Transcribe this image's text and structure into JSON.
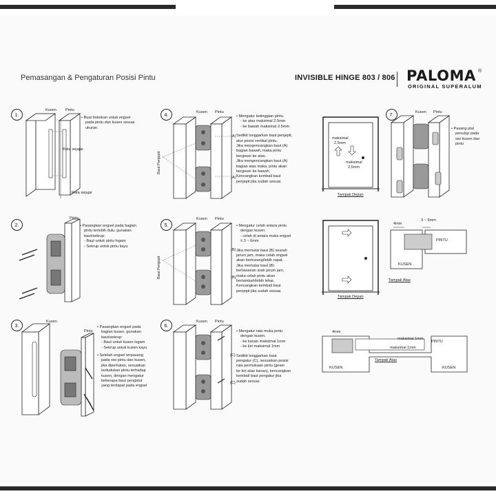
{
  "header": {
    "title": "Pemasangan & Pengaturan Posisi Pintu",
    "product": "INVISIBLE HINGE 803 / 806",
    "brand": "PALOMA",
    "brand_mark": "®",
    "brand_sub": "ORIGINAL SUPERALUM"
  },
  "labels": {
    "kusen": "Kusen",
    "pintu": "Pintu",
    "pintu_caps": "PINTU",
    "kusen_caps": "KUSEN",
    "baut_penjepit": "Baut Penjepit",
    "rata_sejajar_1": "Rata sejajar",
    "rata_sejajar_2": "Rata sejajar",
    "a": "(A)",
    "b": "(B)",
    "c": "(C)",
    "tampak_depan_1": "Tampak Depan",
    "tampak_depan_2": "Tampak Depan",
    "tampak_atas_1": "Tampak Atas",
    "tampak_atas_2": "Tampak Atas",
    "maksimal_25_a": "maksimal",
    "maksimal_25_b": "2,5mm",
    "maksimal_25_c": "maksimal",
    "maksimal_25_d": "2,5mm",
    "dim_4mm_1": "4mm",
    "dim_3_6": "3 ~ 6mm",
    "dim_4mm_2": "4mm",
    "maksimal_1mm_1": "maksimal 1mm",
    "maksimal_1mm_2": "maksimal 1mm"
  },
  "steps": [
    {
      "num": "1.",
      "lines": [
        "Buat bobokan untuk engsel",
        "pada pintu dan kusen sesuai",
        "ukuran."
      ]
    },
    {
      "num": "2.",
      "lines": [
        "Pasangkan engsel pada bagian",
        "pintu terlebih dulu, gunakan",
        "baut/sekrup:",
        "- Baut untuk pintu logam",
        "- Sekrup untuk pintu kayu"
      ]
    },
    {
      "num": "3.",
      "lines_a": [
        "Pasangkan engsel pada",
        "bagian kusen, gunakan",
        "baut/sekrup:",
        "- Baut untuk kusen logam",
        "- Sekrup untuk kusen kayu"
      ],
      "lines_b": [
        "Setelah engsel terpasang",
        "pada sisi pintu dan kusen,",
        "jika diperlukan, sesuaikan",
        "kedudukan pintu terhadap",
        "kusen, dengan mengatur",
        "beberapa baut pengatur",
        "yang terdapat pada engsel"
      ]
    },
    {
      "num": "4.",
      "lines_a": [
        "Mengatur ketinggian pintu.",
        "- ke atas maksimal 2.5mm",
        "- ke bawah maksimal 2.5mm"
      ],
      "lines_b": [
        "Sedikit longgarkan baut penjepit,",
        "atur posisi vertikal pintu.",
        "Jika mengencangkan baut (A)",
        "bagian bawah, maka pintu",
        "bergeser ke atas.",
        "Jika mengencangkan baut (A)",
        "bagian atas maka, pintu akan",
        "bergeser ke bawah.",
        "Kencangkan kembali baut",
        "penjepit jika sudah sesuai."
      ]
    },
    {
      "num": "5.",
      "lines_a": [
        "Mengatur celah antara pintu",
        "dengan kusen.",
        "- celah di antara muka engsel",
        "  ± 3 ~ 6mm"
      ],
      "lines_b": [
        "Jika memutar baut (B) searah",
        "jarum jam, maka celah engsel",
        "akan berkurang/lebih rapat.",
        "Jika memutar baut (B)",
        "berlawanan arah jarum jam,",
        "maka celah pintu akan",
        "bertambah/lebih lebar.",
        "Kencangkan kembali baut",
        "penjepit jika sudah sesuai."
      ]
    },
    {
      "num": "6.",
      "lines_a": [
        "Mengatur rata muka pintu",
        "dengan kusen.",
        "- ke kanan maksimal 1mm",
        "- ke kiri maksimal 1mm"
      ],
      "lines_b": [
        "Sedikit longgarkan baut",
        "pengatur (C), sesuaikan posisi",
        "rata permukaan pintu (geser",
        "ke kiri atau kanan), kencangkan",
        "kembali baut pengatur jika",
        "sudah sesuai."
      ]
    },
    {
      "num": "7.",
      "lines": [
        "Pasang plat",
        "penutup pada",
        "sisi kusen dan",
        "pintu"
      ]
    }
  ]
}
